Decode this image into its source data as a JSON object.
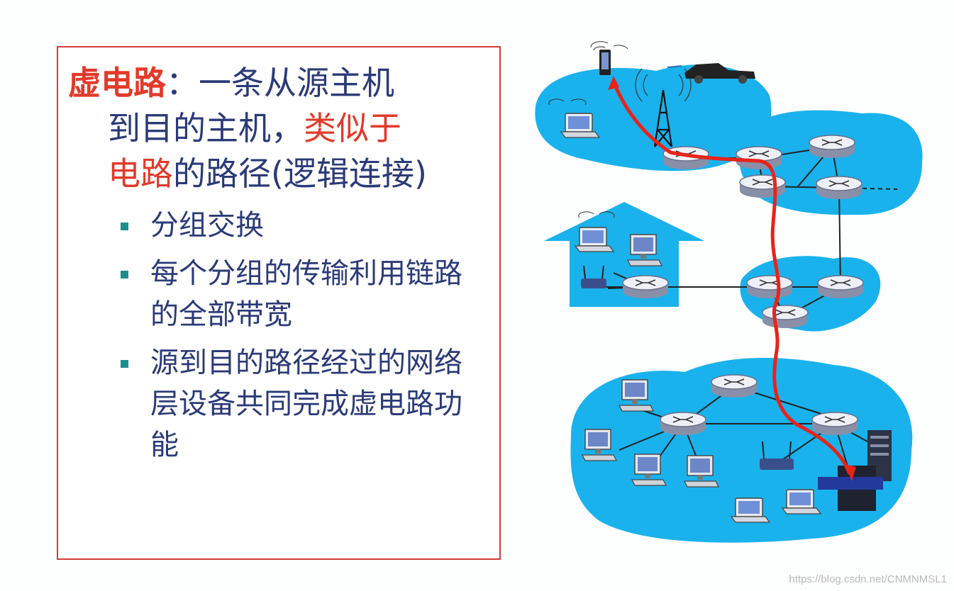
{
  "definition": {
    "term": "虚电路",
    "colon": "：",
    "part1": "一条从源主机",
    "part2": "到目的主机，",
    "similar": "类似于",
    "circuit": "电路",
    "part3": "的路径(逻辑连接)"
  },
  "bullets": [
    {
      "text": "分组交换"
    },
    {
      "text": "每个分组的传输利用链路的全部带宽"
    },
    {
      "text": "源到目的路径经过的网络层设备共同完成虚电路功能"
    }
  ],
  "watermark": "https://blog.csdn.net/CNMNMSL1",
  "colors": {
    "network_fill": "#1ab2ec",
    "path": "#e8231a",
    "text": "#2b3a78",
    "highlight": "#e23a2a",
    "border": "#d23c3c"
  },
  "icons": [
    "router-icon",
    "laptop-icon",
    "desktop-icon",
    "smartphone-icon",
    "cell-tower-icon",
    "car-icon",
    "wifi-router-icon",
    "server-icon",
    "house-icon"
  ]
}
